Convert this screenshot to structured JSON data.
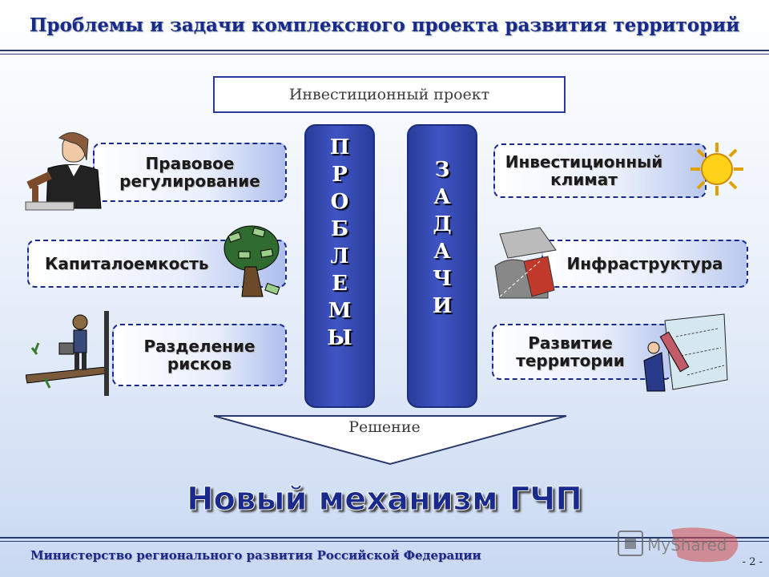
{
  "title": "Проблемы и задачи комплексного проекта развития территорий",
  "investment_project": "Инвестиционный проект",
  "problems": {
    "letters": [
      "П",
      "Р",
      "О",
      "Б",
      "Л",
      "Е",
      "М",
      "Ы"
    ],
    "items": [
      {
        "label": "Правовое регулирование"
      },
      {
        "label": "Капиталоемкость"
      },
      {
        "label": "Разделение рисков"
      }
    ]
  },
  "tasks": {
    "letters": [
      "З",
      "А",
      "Д",
      "А",
      "Ч",
      "И"
    ],
    "items": [
      {
        "label": "Инвестиционный климат"
      },
      {
        "label": "Инфраструктура"
      },
      {
        "label": "Развитие территории"
      }
    ]
  },
  "solution_label": "Решение",
  "result": "Новый механизм ГЧП",
  "footer": {
    "ministry": "Министерство регионального развития Российской Федерации",
    "page": "- 2 -",
    "watermark": "MyShared"
  },
  "colors": {
    "accent": "#1a2a8c",
    "column": "#3f55c4"
  }
}
